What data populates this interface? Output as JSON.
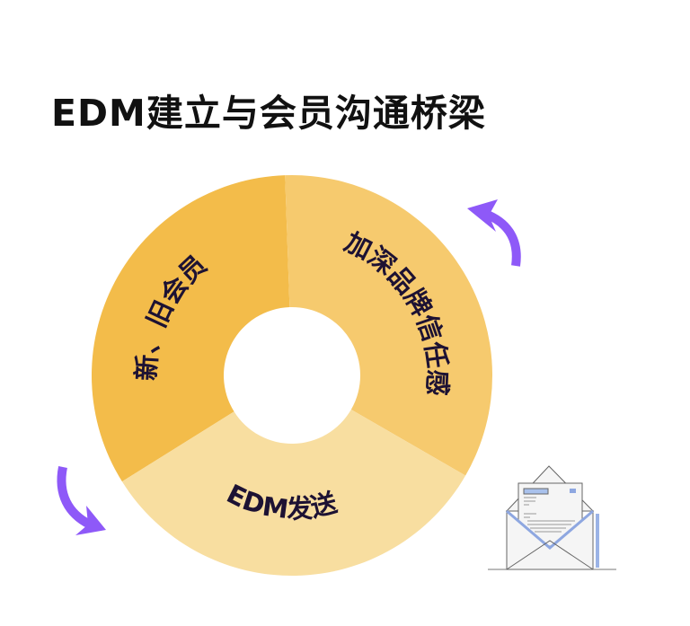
{
  "title": "EDM建立与会员沟通桥梁",
  "cycle": {
    "segments": [
      {
        "label": "新、旧会员",
        "color": "#F3BC4A"
      },
      {
        "label": "加深品牌信任感",
        "color": "#F6CA6E"
      },
      {
        "label": "EDM发送",
        "color": "#F8DEA0"
      }
    ],
    "arrow_color": "#8E59F8",
    "text_color": "#1d1233"
  },
  "icons": [
    "open-envelope-with-letter-icon",
    "curved-arrow-icon"
  ]
}
